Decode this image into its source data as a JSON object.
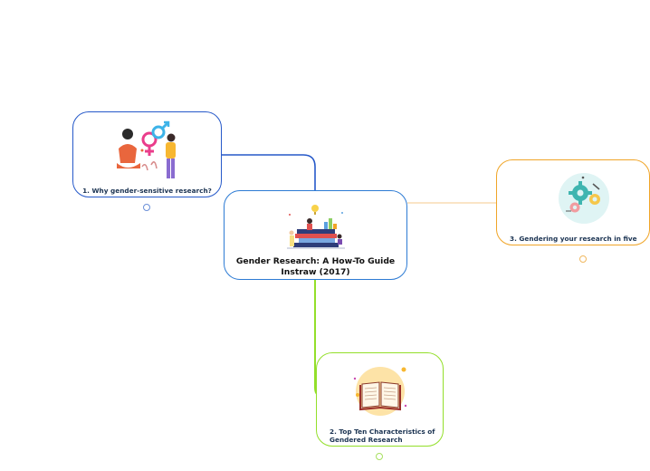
{
  "central": {
    "title_line1": "Gender Research: A How-To Guide",
    "title_line2": "Instraw (2017)"
  },
  "topics": [
    {
      "label": "1. Why gender-sensitive research?",
      "color": "#2659c9",
      "icon": "gender-symbols-illustration"
    },
    {
      "label": "2. Top Ten Characteristics of Gendered Research",
      "color": "#93df2a",
      "icon": "open-book-illustration"
    },
    {
      "label": "3. Gendering your research in five",
      "color": "#f0a528",
      "icon": "gears-illustration"
    }
  ],
  "colors": {
    "central_border": "#2d7bd4"
  }
}
